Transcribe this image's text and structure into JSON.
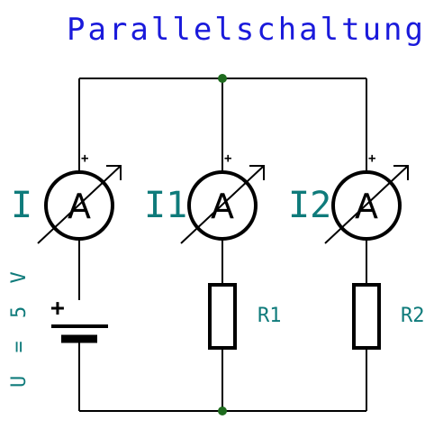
{
  "title": "Parallelschaltung",
  "meters": [
    {
      "label": "I",
      "symbol": "A"
    },
    {
      "label": "I1",
      "symbol": "A"
    },
    {
      "label": "I2",
      "symbol": "A"
    }
  ],
  "resistors": [
    {
      "label": "R1"
    },
    {
      "label": "R2"
    }
  ],
  "source": {
    "label": "U = 5 V",
    "polarity": "+"
  },
  "meter_polarity": "+",
  "colors": {
    "title": "#1a1adb",
    "labels": "#0f7b7b",
    "node": "#1e6b1e",
    "wire": "#000000"
  }
}
